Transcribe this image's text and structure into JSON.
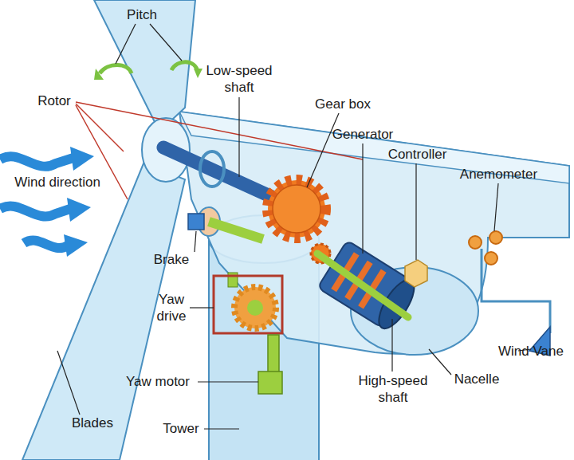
{
  "diagram": {
    "labels": [
      "Pitch",
      "Low-speed shaft",
      "Rotor",
      "Gear box",
      "Generator",
      "Controller",
      "Anemometer",
      "Wind direction",
      "Brake",
      "Wind Vane",
      "Yaw drive",
      "Nacelle",
      "Yaw motor",
      "High-speed shaft",
      "Blades",
      "Tower"
    ]
  }
}
